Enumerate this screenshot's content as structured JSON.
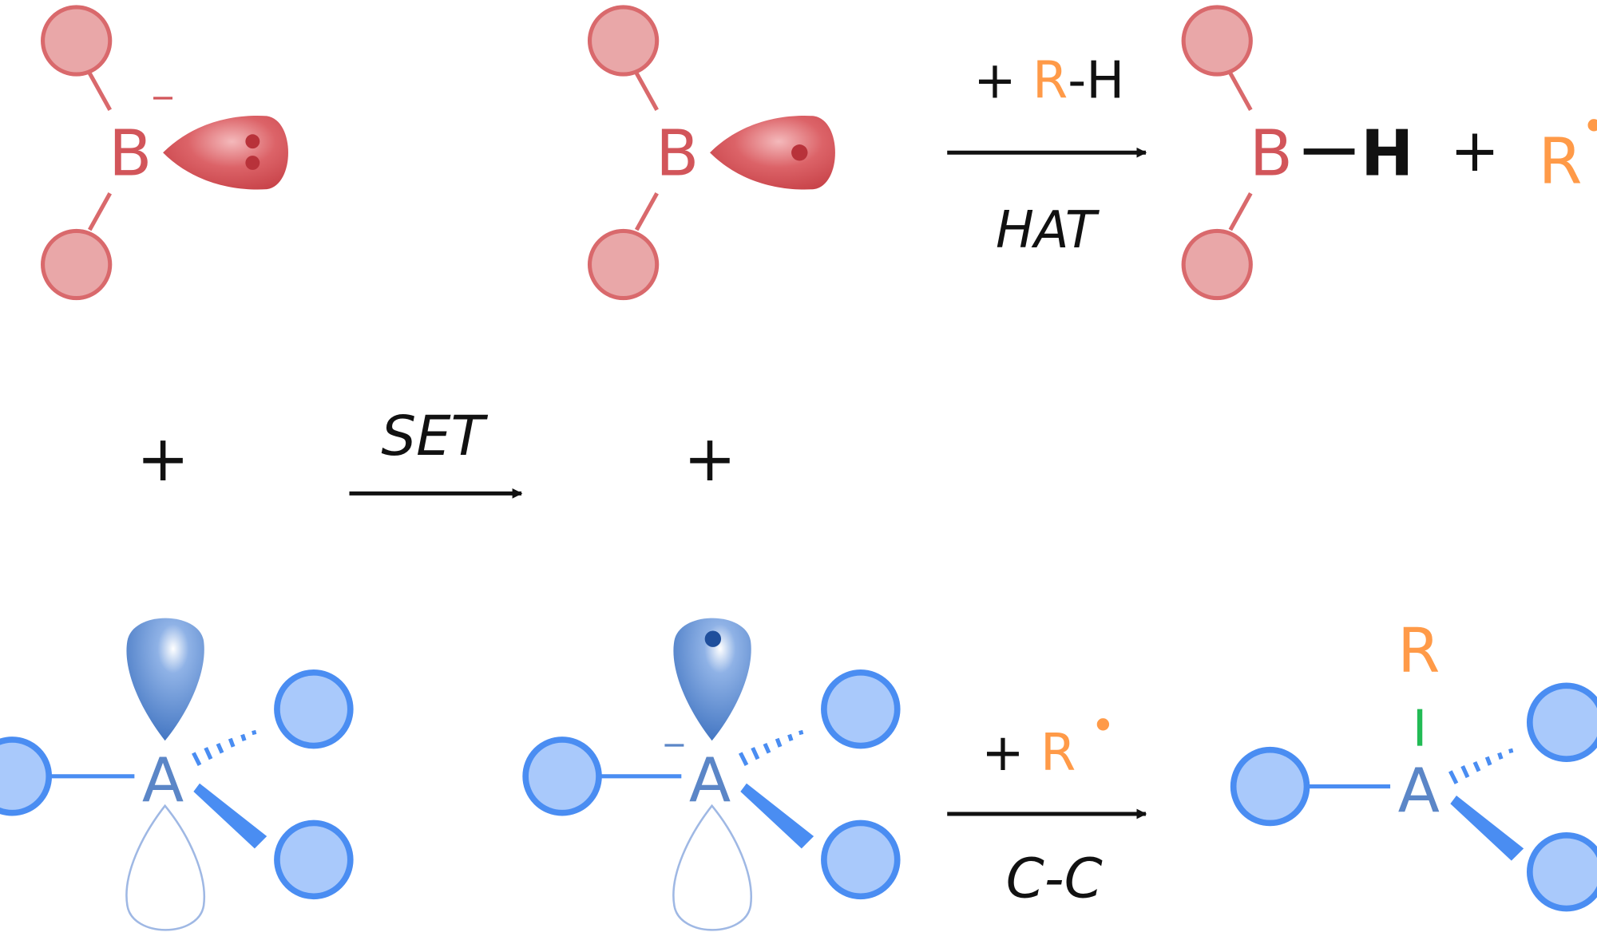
{
  "colors": {
    "boron": "#d2555a",
    "boron_substituent": "#e9a7a8",
    "acceptor": "#5b86c7",
    "acceptor_substituent": "#a9c9fb",
    "radical": "#ff9a48",
    "new_bond": "#22bb55",
    "text": "#111111"
  },
  "top_row": {
    "boryl_anion": {
      "atom": "B",
      "charge": "−"
    },
    "boryl_radical": {
      "atom": "B"
    },
    "arrow": {
      "reagent_plus": "+",
      "reagent_R": "R",
      "reagent_rest": "-H",
      "label": "HAT"
    },
    "product": {
      "atom": "B",
      "bond_partner": "H",
      "plus": "+",
      "radical": "R"
    }
  },
  "middle_row": {
    "plus_left": "+",
    "arrow_label": "SET",
    "plus_right": "+"
  },
  "bottom_row": {
    "acceptor": {
      "atom": "A"
    },
    "radical_anion": {
      "atom": "A",
      "charge": "−"
    },
    "arrow": {
      "reagent_plus": "+",
      "reagent_R": "R",
      "label": "C-C"
    },
    "product": {
      "atom": "A",
      "substituent": "R"
    }
  }
}
